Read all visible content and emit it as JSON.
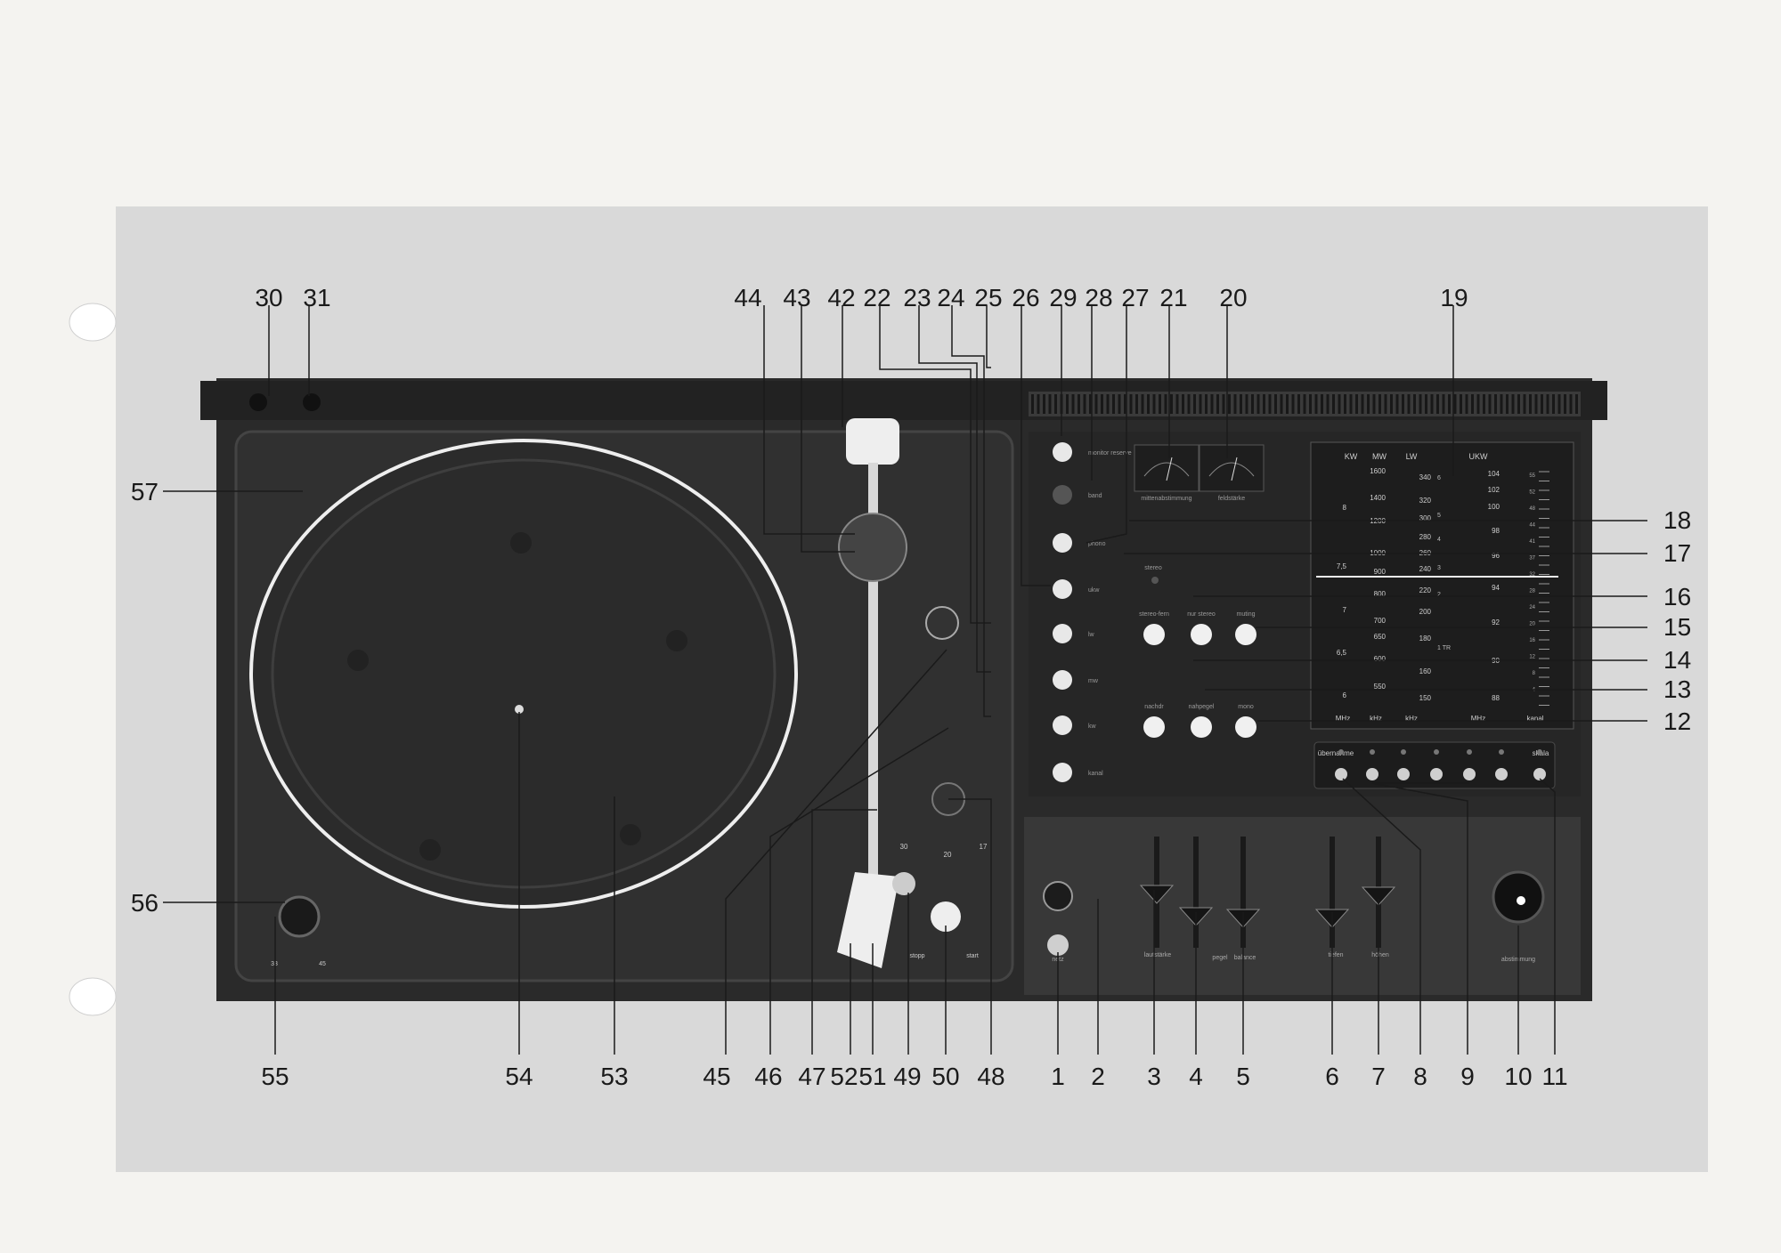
{
  "colors": {
    "paper": "#f4f3f0",
    "photo_background": "#d9d9d9",
    "unit_body": "#2a2a2a",
    "label_text": "#1a1a1a",
    "leader_line": "#ffffff"
  },
  "callouts_top": [
    "30",
    "31",
    "44",
    "43",
    "42",
    "22",
    "23",
    "24",
    "25",
    "26",
    "29",
    "28",
    "27",
    "21",
    "20",
    "19"
  ],
  "callouts_right": [
    "18",
    "17",
    "16",
    "15",
    "14",
    "13",
    "12"
  ],
  "callouts_left": [
    "57",
    "56"
  ],
  "callouts_bottom": [
    "55",
    "54",
    "53",
    "45",
    "46",
    "47",
    "52",
    "51",
    "49",
    "50",
    "48",
    "1",
    "2",
    "3",
    "4",
    "5",
    "6",
    "7",
    "8",
    "9",
    "10",
    "11"
  ],
  "source_selector": [
    "monitor reserve",
    "band",
    "phono",
    "ukw",
    "lw",
    "mw",
    "kw",
    "kanal"
  ],
  "tuner_buttons_row1": [
    "stereo-fern",
    "nur stereo",
    "muting"
  ],
  "tuner_buttons_row2": [
    "nachdr",
    "nahpegel",
    "mono"
  ],
  "meters": [
    "mittenabstimmung",
    "feldstärke"
  ],
  "stereo_indicator_label": "stereo",
  "station_strip_label": "übernahme",
  "station_strip_right_label": "skala",
  "mixer_labels": [
    "netz",
    "lautstärke",
    "pegel",
    "balance",
    "tiefen",
    "höhen",
    "abstimmung"
  ],
  "speed_dial": [
    "30",
    "20",
    "17"
  ],
  "turntable_knob_range": [
    "33",
    "45"
  ],
  "start_stop": [
    "stopp",
    "start"
  ],
  "dial_headers": {
    "kw": "KW",
    "mw": "MW",
    "lw": "LW",
    "ukw": "UKW"
  },
  "dial_units": [
    "MHz",
    "kHz",
    "kHz",
    "MHz",
    "kanal"
  ],
  "kw_scale": [
    "8",
    "7,5",
    "7",
    "6,5",
    "6"
  ],
  "mw_scale": [
    "1600",
    "1400",
    "1200",
    "1000",
    "900",
    "800",
    "700",
    "650",
    "600",
    "550"
  ],
  "lw_scale": [
    "340",
    "320",
    "300",
    "280",
    "260",
    "240",
    "220",
    "200",
    "180",
    "160",
    "150"
  ],
  "ukw_scale": [
    "104",
    "102",
    "100",
    "98",
    "96",
    "94",
    "92",
    "90",
    "88"
  ],
  "ukw_channels": [
    "55",
    "52",
    "48",
    "44",
    "41",
    "37",
    "32",
    "28",
    "24",
    "20",
    "16",
    "12",
    "8",
    "4"
  ],
  "lw_band_marks": [
    "6",
    "5",
    "4",
    "3",
    "2",
    "1 TR"
  ]
}
